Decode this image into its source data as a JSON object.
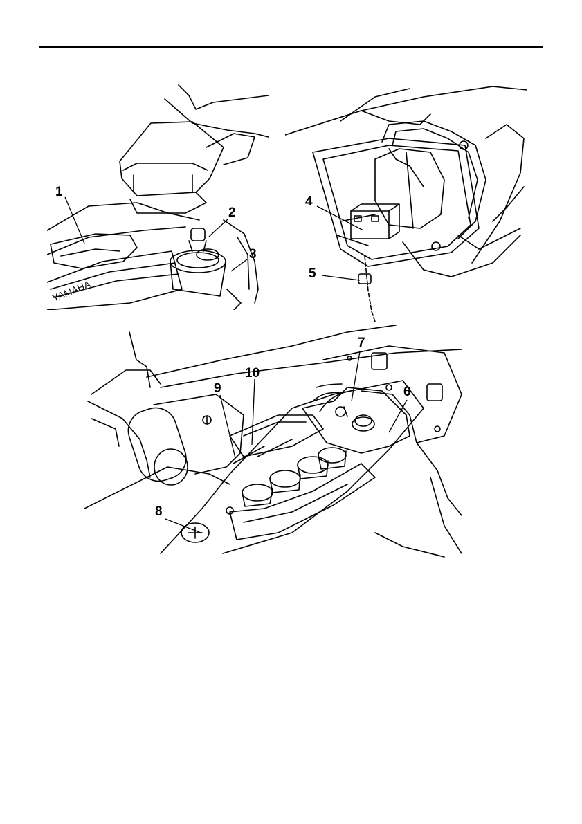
{
  "callouts": [
    "1",
    "2",
    "3",
    "4",
    "5",
    "6",
    "7",
    "8",
    "9",
    "10"
  ]
}
